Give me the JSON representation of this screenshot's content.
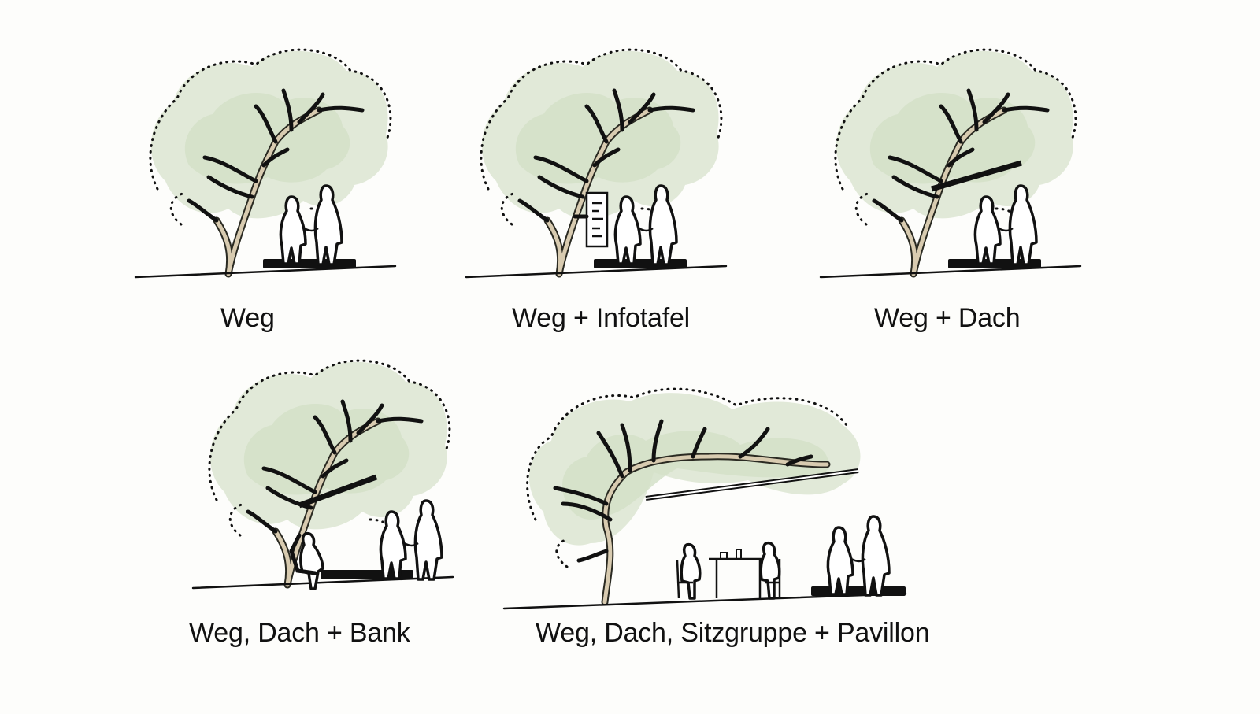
{
  "panels": [
    {
      "id": "weg",
      "caption": "Weg"
    },
    {
      "id": "weg-infotafel",
      "caption": "Weg + Infotafel"
    },
    {
      "id": "weg-dach",
      "caption": "Weg + Dach"
    },
    {
      "id": "weg-dach-bank",
      "caption": "Weg, Dach + Bank"
    },
    {
      "id": "weg-dach-sitzgruppe-pavillon",
      "caption": "Weg, Dach, Sitzgruppe + Pavillon"
    }
  ],
  "colors": {
    "foliage": "#dfe8d6",
    "trunk": "#d8cbb0",
    "ink": "#111111",
    "background": "#fdfdfb"
  }
}
